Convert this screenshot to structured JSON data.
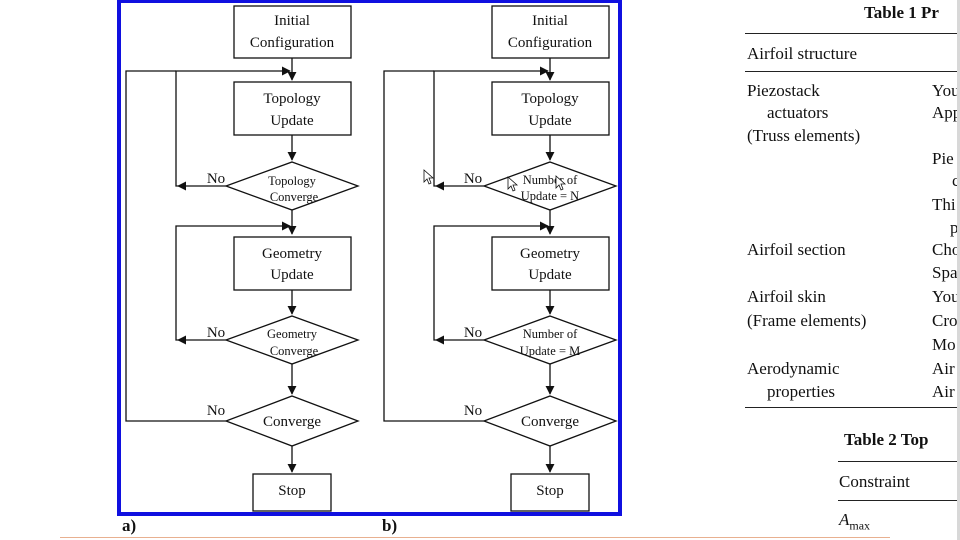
{
  "flowchart_a": {
    "label": "a)",
    "start_line1": "Initial",
    "start_line2": "Configuration",
    "box1_line1": "Topology",
    "box1_line2": "Update",
    "dec1_line1": "Topology",
    "dec1_line2": "Converge",
    "box2_line1": "Geometry",
    "box2_line2": "Update",
    "dec2_line1": "Geometry",
    "dec2_line2": "Converge",
    "dec3": "Converge",
    "stop": "Stop",
    "no": "No"
  },
  "flowchart_b": {
    "label": "b)",
    "start_line1": "Initial",
    "start_line2": "Configuration",
    "box1_line1": "Topology",
    "box1_line2": "Update",
    "dec1_line1": "Number of",
    "dec1_line2": "Update = N",
    "box2_line1": "Geometry",
    "box2_line2": "Update",
    "dec2_line1": "Number of",
    "dec2_line2": "Update = M",
    "dec3": "Converge",
    "stop": "Stop",
    "no": "No"
  },
  "colors": {
    "frame": "#1010e0",
    "stroke": "#111111"
  },
  "table1": {
    "title": "Table 1 Pr",
    "header": "Airfoil structure",
    "rows": [
      {
        "left": "Piezostack",
        "right": "You"
      },
      {
        "left": "actuators",
        "right": "App"
      },
      {
        "left": "(Truss elements)",
        "right": ""
      },
      {
        "left": "",
        "right": "Pie"
      },
      {
        "left": "",
        "right": "c"
      },
      {
        "left": "",
        "right": "Thi"
      },
      {
        "left": "",
        "right": "p"
      },
      {
        "left": "Airfoil section",
        "right": "Cho"
      },
      {
        "left": "",
        "right": "Spa"
      },
      {
        "left": "Airfoil skin",
        "right": "You"
      },
      {
        "left": "(Frame elements)",
        "right": "Cro"
      },
      {
        "left": "",
        "right": "Mo"
      },
      {
        "left": "Aerodynamic",
        "right": "Air"
      },
      {
        "left": "properties",
        "right": "Air"
      }
    ]
  },
  "table2": {
    "title": "Table 2 Top",
    "header": "Constraint",
    "row1_main": "A",
    "row1_sub": "max"
  }
}
